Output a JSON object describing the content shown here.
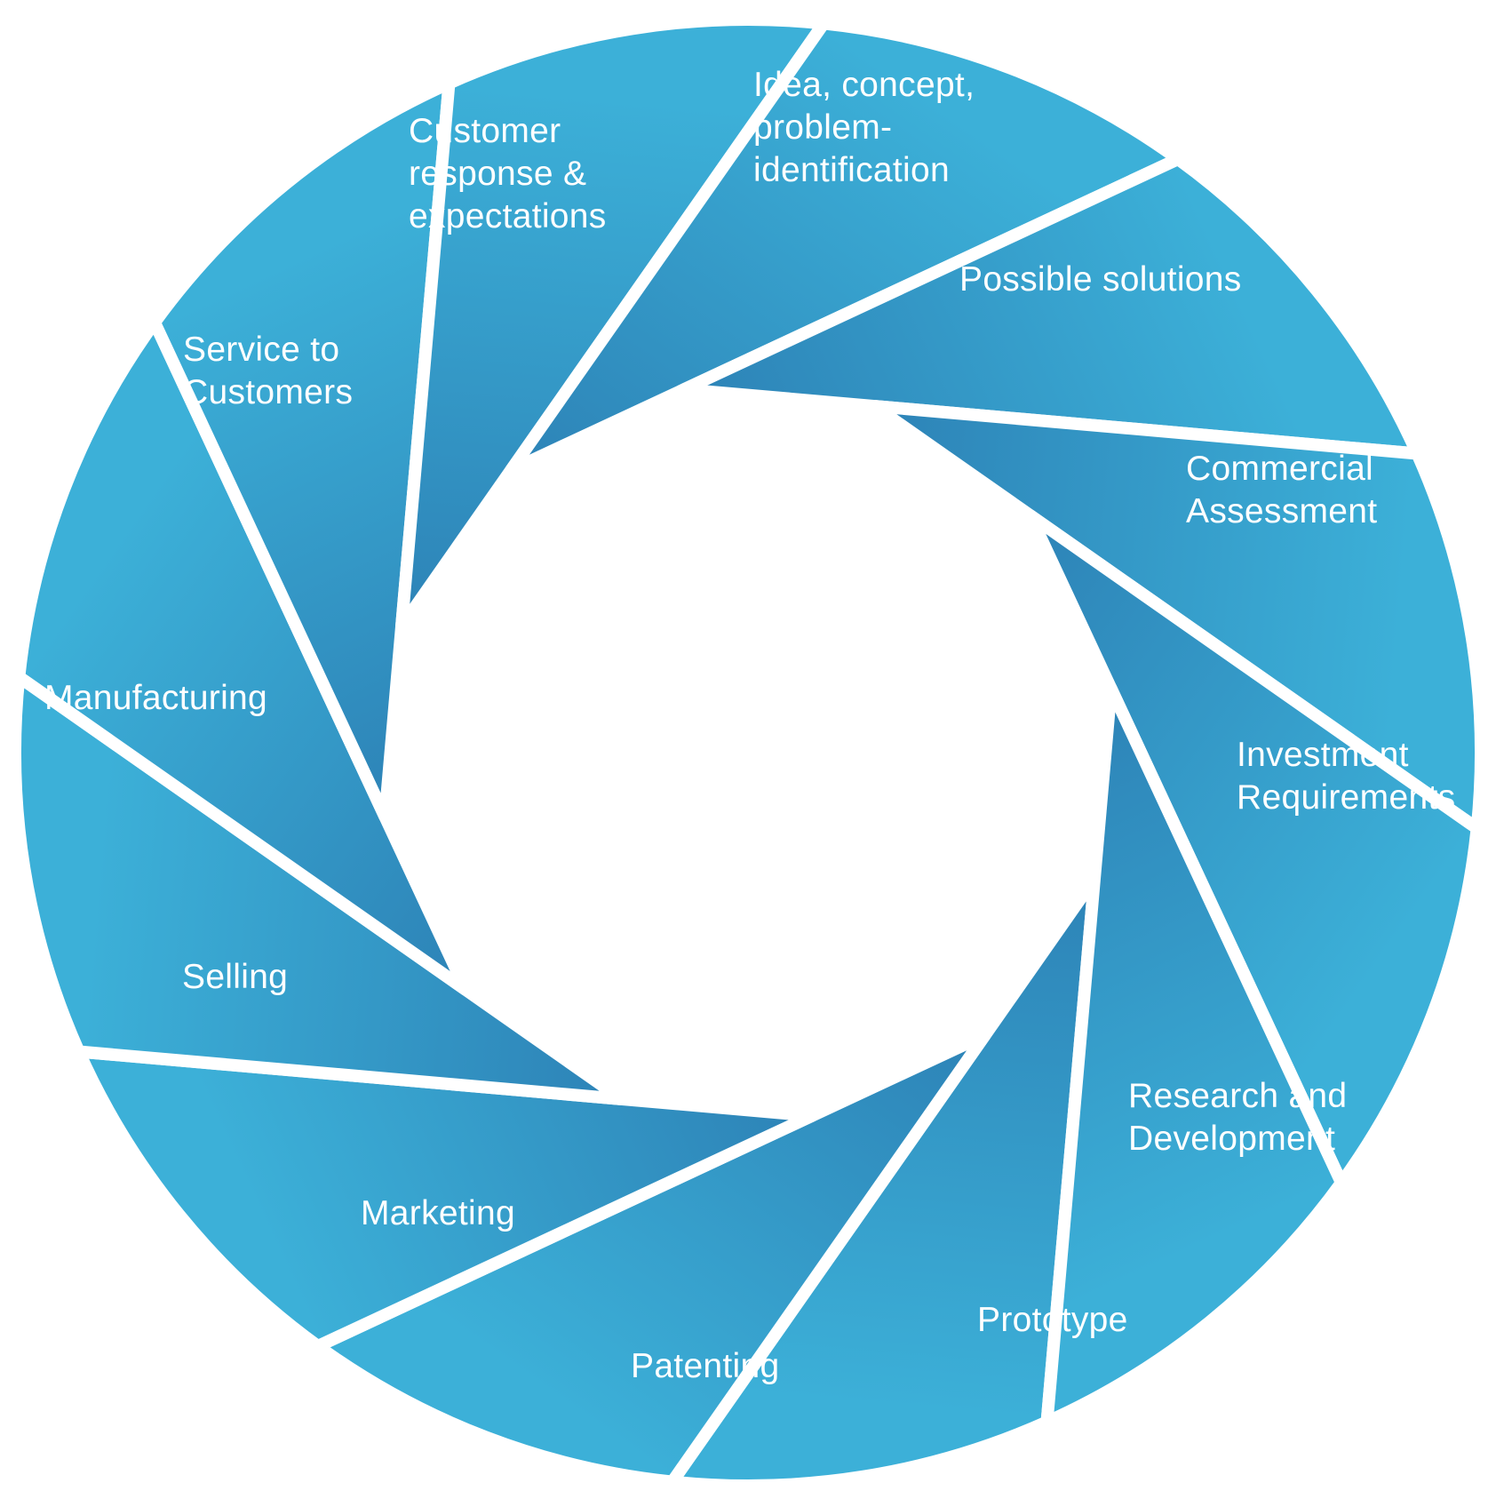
{
  "diagram": {
    "stages": [
      {
        "lines": [
          "Idea, concept,",
          "problem-",
          "identification"
        ]
      },
      {
        "lines": [
          "Possible solutions"
        ]
      },
      {
        "lines": [
          "Commercial",
          "Assessment"
        ]
      },
      {
        "lines": [
          "Investment",
          "Requirements"
        ]
      },
      {
        "lines": [
          "Research and",
          "Development"
        ]
      },
      {
        "lines": [
          "Prototype"
        ]
      },
      {
        "lines": [
          "Patenting"
        ]
      },
      {
        "lines": [
          "Marketing"
        ]
      },
      {
        "lines": [
          "Selling"
        ]
      },
      {
        "lines": [
          "Manufacturing"
        ]
      },
      {
        "lines": [
          "Service to",
          "Customers"
        ]
      },
      {
        "lines": [
          "Customer",
          "response &",
          "expectations"
        ]
      }
    ],
    "colors": {
      "light": "#3cb0d8",
      "dark": "#2d83b7",
      "gap": "#ffffff"
    }
  }
}
